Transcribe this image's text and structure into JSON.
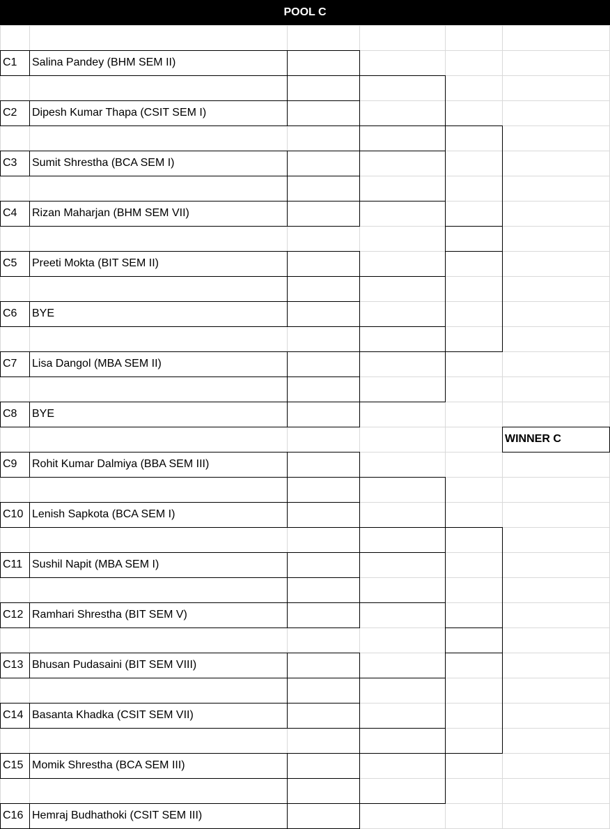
{
  "sheet": {
    "pool_title": "POOL C",
    "winner_label": "WINNER C",
    "colors": {
      "header_bg": "#000000",
      "header_text": "#ffffff",
      "gridline": "#d9d9d9",
      "border": "#000000"
    },
    "entries": [
      {
        "seed": "C1",
        "name": "Salina Pandey (BHM SEM II)"
      },
      {
        "seed": "C2",
        "name": "Dipesh Kumar Thapa (CSIT SEM I)"
      },
      {
        "seed": "C3",
        "name": "Sumit Shrestha (BCA SEM I)"
      },
      {
        "seed": "C4",
        "name": "Rizan Maharjan (BHM SEM VII)"
      },
      {
        "seed": "C5",
        "name": "Preeti Mokta (BIT SEM II)"
      },
      {
        "seed": "C6",
        "name": "BYE"
      },
      {
        "seed": "C7",
        "name": "Lisa Dangol (MBA SEM II)"
      },
      {
        "seed": "C8",
        "name": "BYE"
      },
      {
        "seed": "C9",
        "name": "Rohit Kumar Dalmiya (BBA SEM III)"
      },
      {
        "seed": "C10",
        "name": "Lenish Sapkota (BCA SEM I)"
      },
      {
        "seed": "C11",
        "name": "Sushil Napit (MBA SEM I)"
      },
      {
        "seed": "C12",
        "name": "Ramhari Shrestha (BIT SEM V)"
      },
      {
        "seed": "C13",
        "name": "Bhusan Pudasaini (BIT SEM VIII)"
      },
      {
        "seed": "C14",
        "name": "Basanta Khadka (CSIT SEM VII)"
      },
      {
        "seed": "C15",
        "name": "Momik Shrestha (BCA SEM III)"
      },
      {
        "seed": "C16",
        "name": "Hemraj Budhathoki (CSIT SEM III)"
      }
    ]
  }
}
